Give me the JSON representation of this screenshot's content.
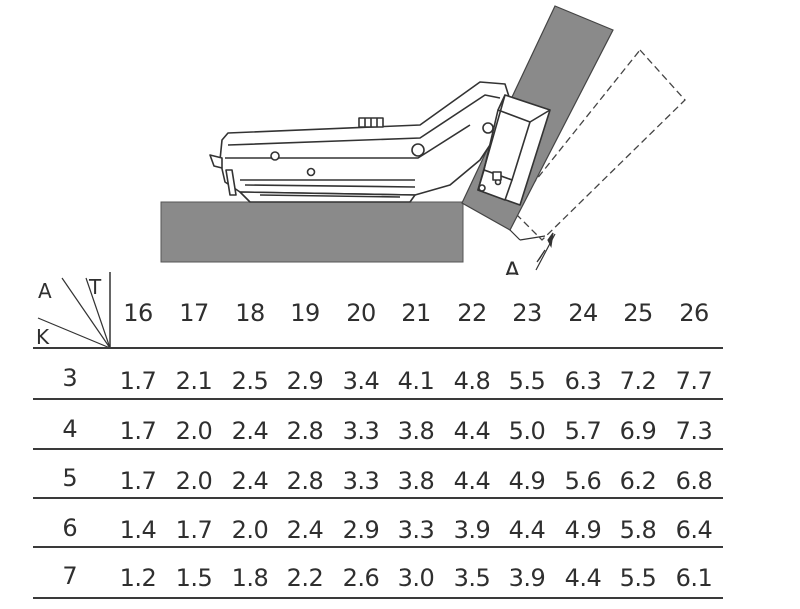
{
  "drawing": {
    "dimension_label": "A"
  },
  "table": {
    "corner_labels": {
      "a": "A",
      "t": "T",
      "k": "K"
    },
    "columns": [
      "16",
      "17",
      "18",
      "19",
      "20",
      "21",
      "22",
      "23",
      "24",
      "25",
      "26"
    ],
    "rows": [
      {
        "k": "3",
        "values": [
          "1.7",
          "2.1",
          "2.5",
          "2.9",
          "3.4",
          "4.1",
          "4.8",
          "5.5",
          "6.3",
          "7.2",
          "7.7"
        ]
      },
      {
        "k": "4",
        "values": [
          "1.7",
          "2.0",
          "2.4",
          "2.8",
          "3.3",
          "3.8",
          "4.4",
          "5.0",
          "5.7",
          "6.9",
          "7.3"
        ]
      },
      {
        "k": "5",
        "values": [
          "1.7",
          "2.0",
          "2.4",
          "2.8",
          "3.3",
          "3.8",
          "4.4",
          "4.9",
          "5.6",
          "6.2",
          "6.8"
        ]
      },
      {
        "k": "6",
        "values": [
          "1.4",
          "1.7",
          "2.0",
          "2.4",
          "2.9",
          "3.3",
          "3.9",
          "4.4",
          "4.9",
          "5.8",
          "6.4"
        ]
      },
      {
        "k": "7",
        "values": [
          "1.2",
          "1.5",
          "1.8",
          "2.2",
          "2.6",
          "3.0",
          "3.5",
          "3.9",
          "4.4",
          "5.5",
          "6.1"
        ]
      }
    ]
  }
}
